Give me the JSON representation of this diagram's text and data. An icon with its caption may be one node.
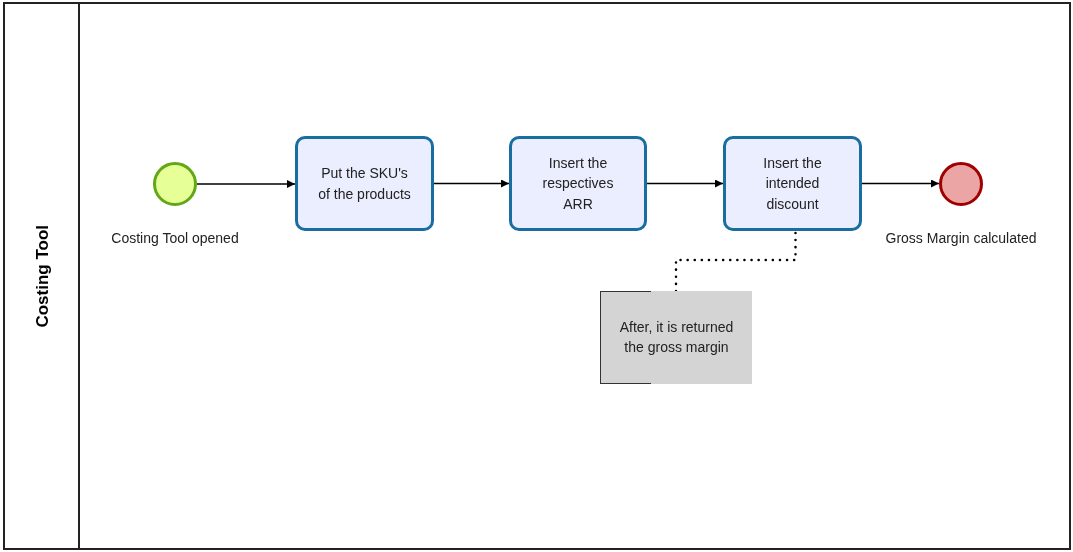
{
  "diagram": {
    "nodes": [
      {
        "text": [
          "Costing Tool"
        ]
      },
      {
        "text": [],
        "shape": "circle",
        "beside": [
          "Costing Tool opened"
        ],
        "in": 0
      },
      {
        "text": [
          "Put the SKU's of the products"
        ],
        "in": 0
      },
      {
        "text": [
          "Insert the respectives ARR"
        ],
        "in": 0
      },
      {
        "text": [
          "Insert the intended discount"
        ],
        "in": 0
      },
      {
        "text": [],
        "shape": "circle",
        "beside": [
          "Gross Margin calculated"
        ],
        "in": 0
      },
      {
        "text": [
          "After, it is returned the gross margin"
        ],
        "in": 0
      }
    ],
    "edges": [
      {
        "from": 1,
        "to": 2,
        "arrow": "to"
      },
      {
        "from": 2,
        "to": 3,
        "arrow": "to"
      },
      {
        "from": 3,
        "to": 4,
        "arrow": "to"
      },
      {
        "from": 4,
        "to": 5,
        "arrow": "to"
      },
      {
        "from": 6,
        "to": 4,
        "arrow": "none",
        "style": "dashed"
      }
    ]
  }
}
